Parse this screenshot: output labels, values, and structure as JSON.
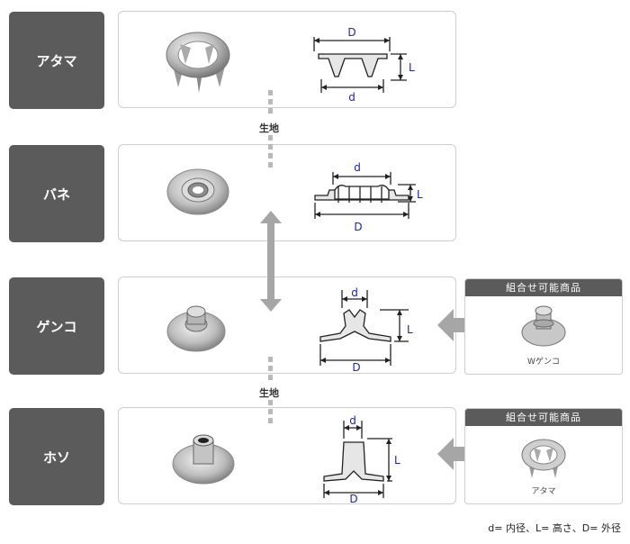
{
  "rows": [
    {
      "label": "アタマ",
      "dims": {
        "top": "D",
        "bottom": "d",
        "side": "L"
      }
    },
    {
      "label": "バネ",
      "dims": {
        "top": "d",
        "bottom": "D",
        "side": "L"
      }
    },
    {
      "label": "ゲンコ",
      "dims": {
        "top": "d",
        "bottom": "D",
        "side": "L"
      }
    },
    {
      "label": "ホソ",
      "dims": {
        "top": "d",
        "bottom": "D",
        "side": "L"
      }
    }
  ],
  "fabric_label": "生地",
  "combo": {
    "header": "組合せ可能商品",
    "items": [
      {
        "caption": "Wゲンコ"
      },
      {
        "caption": "アタマ"
      }
    ]
  },
  "legend": "d= 内径、L= 高さ、D= 外径",
  "colors": {
    "label_bg": "#5b5b5b",
    "dimension_text": "#1b22c8",
    "arrow": "#a6a6a6"
  }
}
